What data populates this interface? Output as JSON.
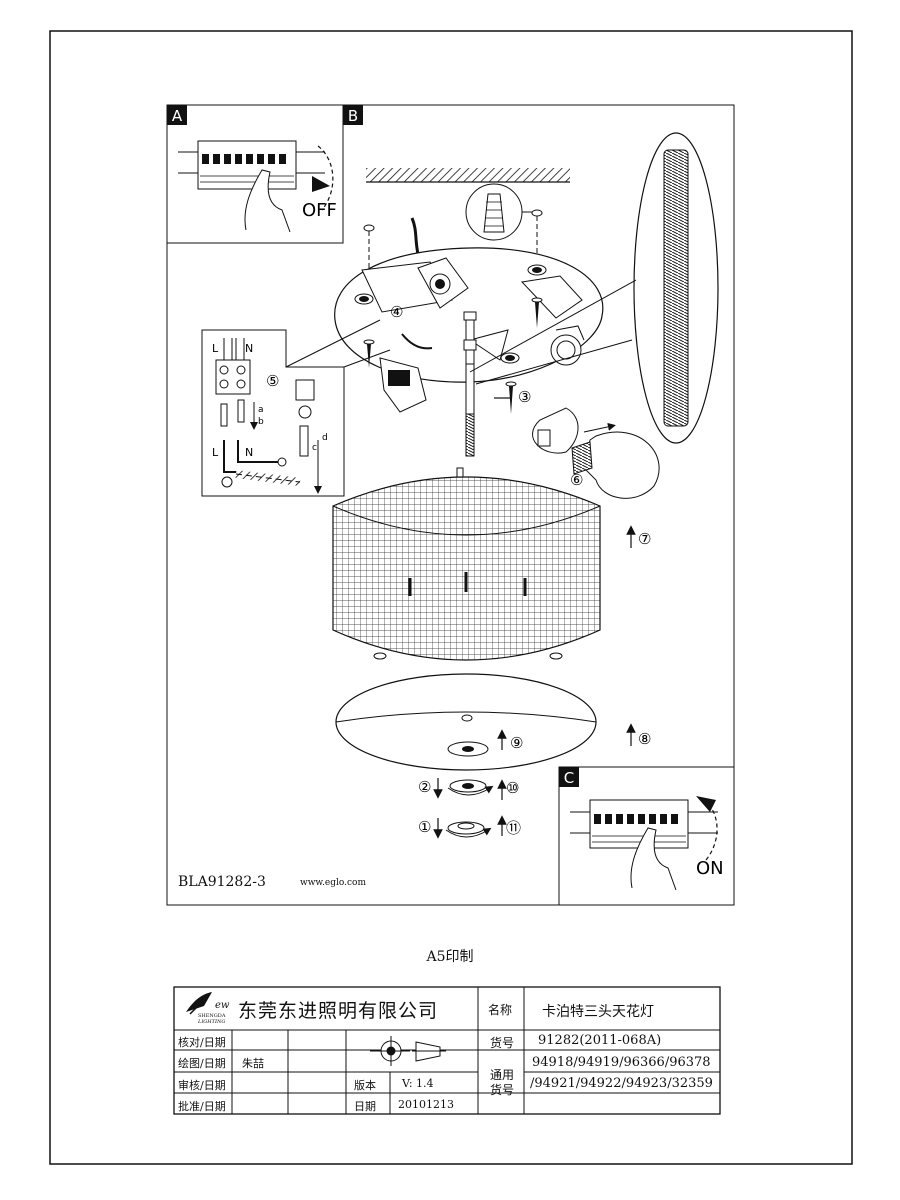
{
  "panels": {
    "a": "A",
    "b": "B",
    "c": "C"
  },
  "switch_off": "OFF",
  "switch_on": "ON",
  "wiring": {
    "l": "L",
    "n": "N",
    "a": "a",
    "b": "b",
    "c": "c",
    "d": "d"
  },
  "steps": [
    "①",
    "②",
    "③",
    "④",
    "⑤",
    "⑥",
    "⑦",
    "⑧",
    "⑨",
    "⑩",
    "⑪"
  ],
  "drawing_code": "BLA91282-3",
  "website": "www.eglo.com",
  "print_note": "A5印制",
  "title_block": {
    "brand_word": "ew",
    "brand_line1": "SHENGDA",
    "brand_line2": "LIGHTING",
    "company": "东莞东进照明有限公司",
    "name_label": "名称",
    "name_value": "卡泊特三头天花灯",
    "item_label": "货号",
    "item_value": "91282(2011-068A)",
    "general_label_1": "通用",
    "general_label_2": "货号",
    "general_value_1": "94918/94919/96366/96378",
    "general_value_2": "/94921/94922/94923/32359",
    "check_label": "核对/日期",
    "draw_label": "绘图/日期",
    "draw_value": "朱喆",
    "review_label": "审核/日期",
    "approve_label": "批准/日期",
    "version_label": "版本",
    "version_value": "V: 1.4",
    "date_label": "日期",
    "date_value": "20101213"
  }
}
